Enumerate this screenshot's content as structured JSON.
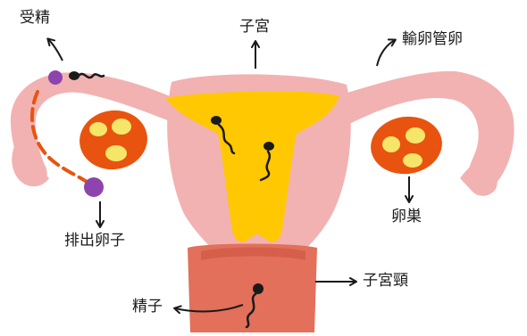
{
  "labels": {
    "fertilization": "受精",
    "uterus": "子宮",
    "fallopian_tube": "輸卵管卵",
    "ovulation": "排出卵子",
    "ovary": "卵巣",
    "cervix": "子宮頸",
    "sperm": "精子"
  },
  "colors": {
    "uterus_pink": "#F2B2B2",
    "inner_cavity": "#FFC800",
    "ovary_orange": "#E8540F",
    "follicle": "#F5E66A",
    "cervix_salmon": "#E2705A",
    "egg_purple": "#8E44AD",
    "sperm": "#1a1a1a",
    "arrow": "#1a1a1a"
  }
}
